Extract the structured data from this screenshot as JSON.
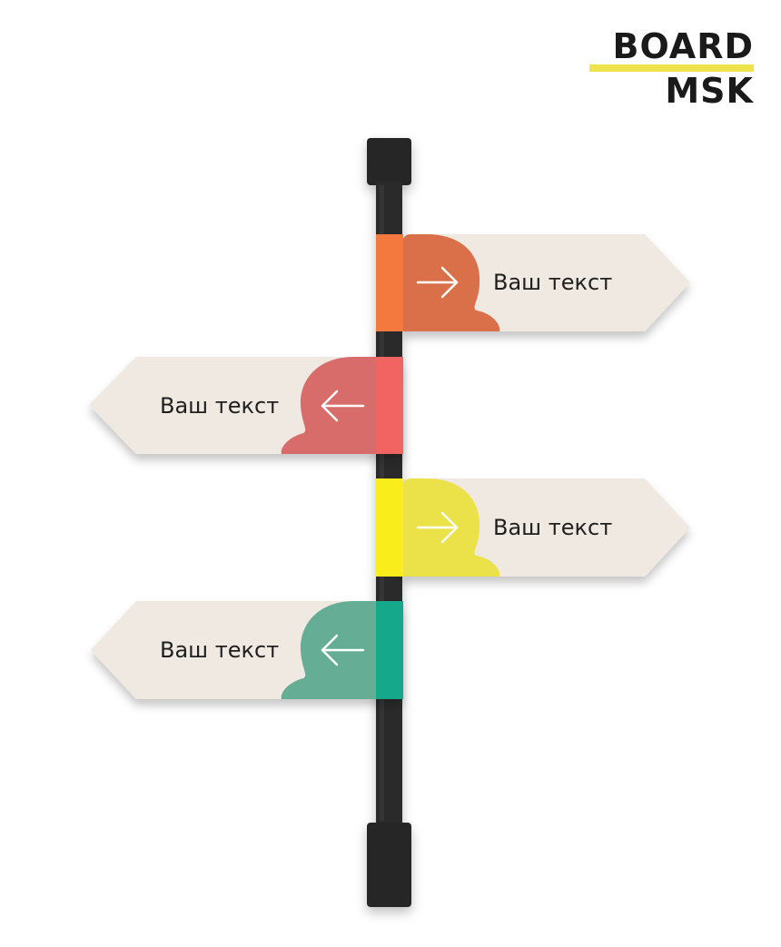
{
  "logo": {
    "line1": "BOARD",
    "line2": "MSK",
    "accent": "#eee34a"
  },
  "signs": [
    {
      "direction": "right",
      "text": "Ваш текст",
      "color": "#d9704a",
      "band": "#f4793f",
      "icon": "arrow-right-icon"
    },
    {
      "direction": "left",
      "text": "Ваш текст",
      "color": "#d86c6a",
      "band": "#f16461",
      "icon": "arrow-left-icon"
    },
    {
      "direction": "right",
      "text": "Ваш текст",
      "color": "#ebe24a",
      "band": "#f9ee1c",
      "icon": "arrow-right-icon"
    },
    {
      "direction": "left",
      "text": "Ваш текст",
      "color": "#66ad96",
      "band": "#15a88a",
      "icon": "arrow-left-icon"
    }
  ],
  "colors": {
    "pole": "#2a2a2a",
    "board": "#f0e9e2"
  }
}
